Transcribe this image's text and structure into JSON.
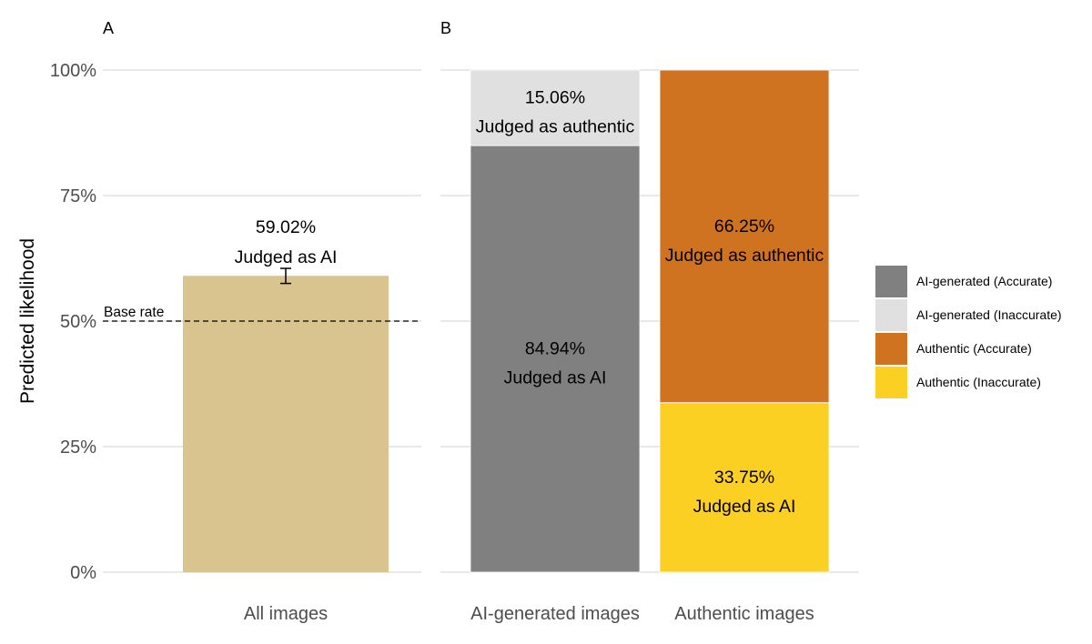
{
  "y_label": "Predicted likelihood",
  "y_ticks": [
    "0%",
    "25%",
    "50%",
    "75%",
    "100%"
  ],
  "chart_data": [
    {
      "type": "bar",
      "panel": "A",
      "categories": [
        "All images"
      ],
      "values": [
        59.02
      ],
      "error_bar": [
        57.5,
        60.5
      ],
      "bar_color": "#d9c38f",
      "ylim": [
        0,
        100
      ],
      "ylabel": "Predicted likelihood",
      "reference_line": {
        "value": 50,
        "label": "Base rate",
        "style": "dashed"
      },
      "data_labels": [
        {
          "value_text": "59.02%",
          "text": "Judged as AI"
        }
      ],
      "grid": true
    },
    {
      "type": "bar",
      "stacked": true,
      "panel": "B",
      "categories": [
        "AI-generated images",
        "Authentic images"
      ],
      "ylim": [
        0,
        100
      ],
      "grid": true,
      "legend_position": "right",
      "series": [
        {
          "name": "AI-generated (Accurate)",
          "color": "#808080",
          "values": [
            84.94,
            0
          ]
        },
        {
          "name": "AI-generated (Inaccurate)",
          "color": "#e0e0e0",
          "values": [
            15.06,
            0
          ]
        },
        {
          "name": "Authentic (Accurate)",
          "color": "#d07320",
          "values": [
            0,
            66.25
          ]
        },
        {
          "name": "Authentic (Inaccurate)",
          "color": "#fcd022",
          "values": [
            0,
            33.75
          ]
        }
      ],
      "stacks": [
        [
          {
            "series": 0,
            "value": 84.94,
            "value_text": "84.94%",
            "text": "Judged as AI"
          },
          {
            "series": 1,
            "value": 15.06,
            "value_text": "15.06%",
            "text": "Judged as authentic"
          }
        ],
        [
          {
            "series": 3,
            "value": 33.75,
            "value_text": "33.75%",
            "text": "Judged as AI"
          },
          {
            "series": 2,
            "value": 66.25,
            "value_text": "66.25%",
            "text": "Judged as authentic"
          }
        ]
      ]
    }
  ]
}
